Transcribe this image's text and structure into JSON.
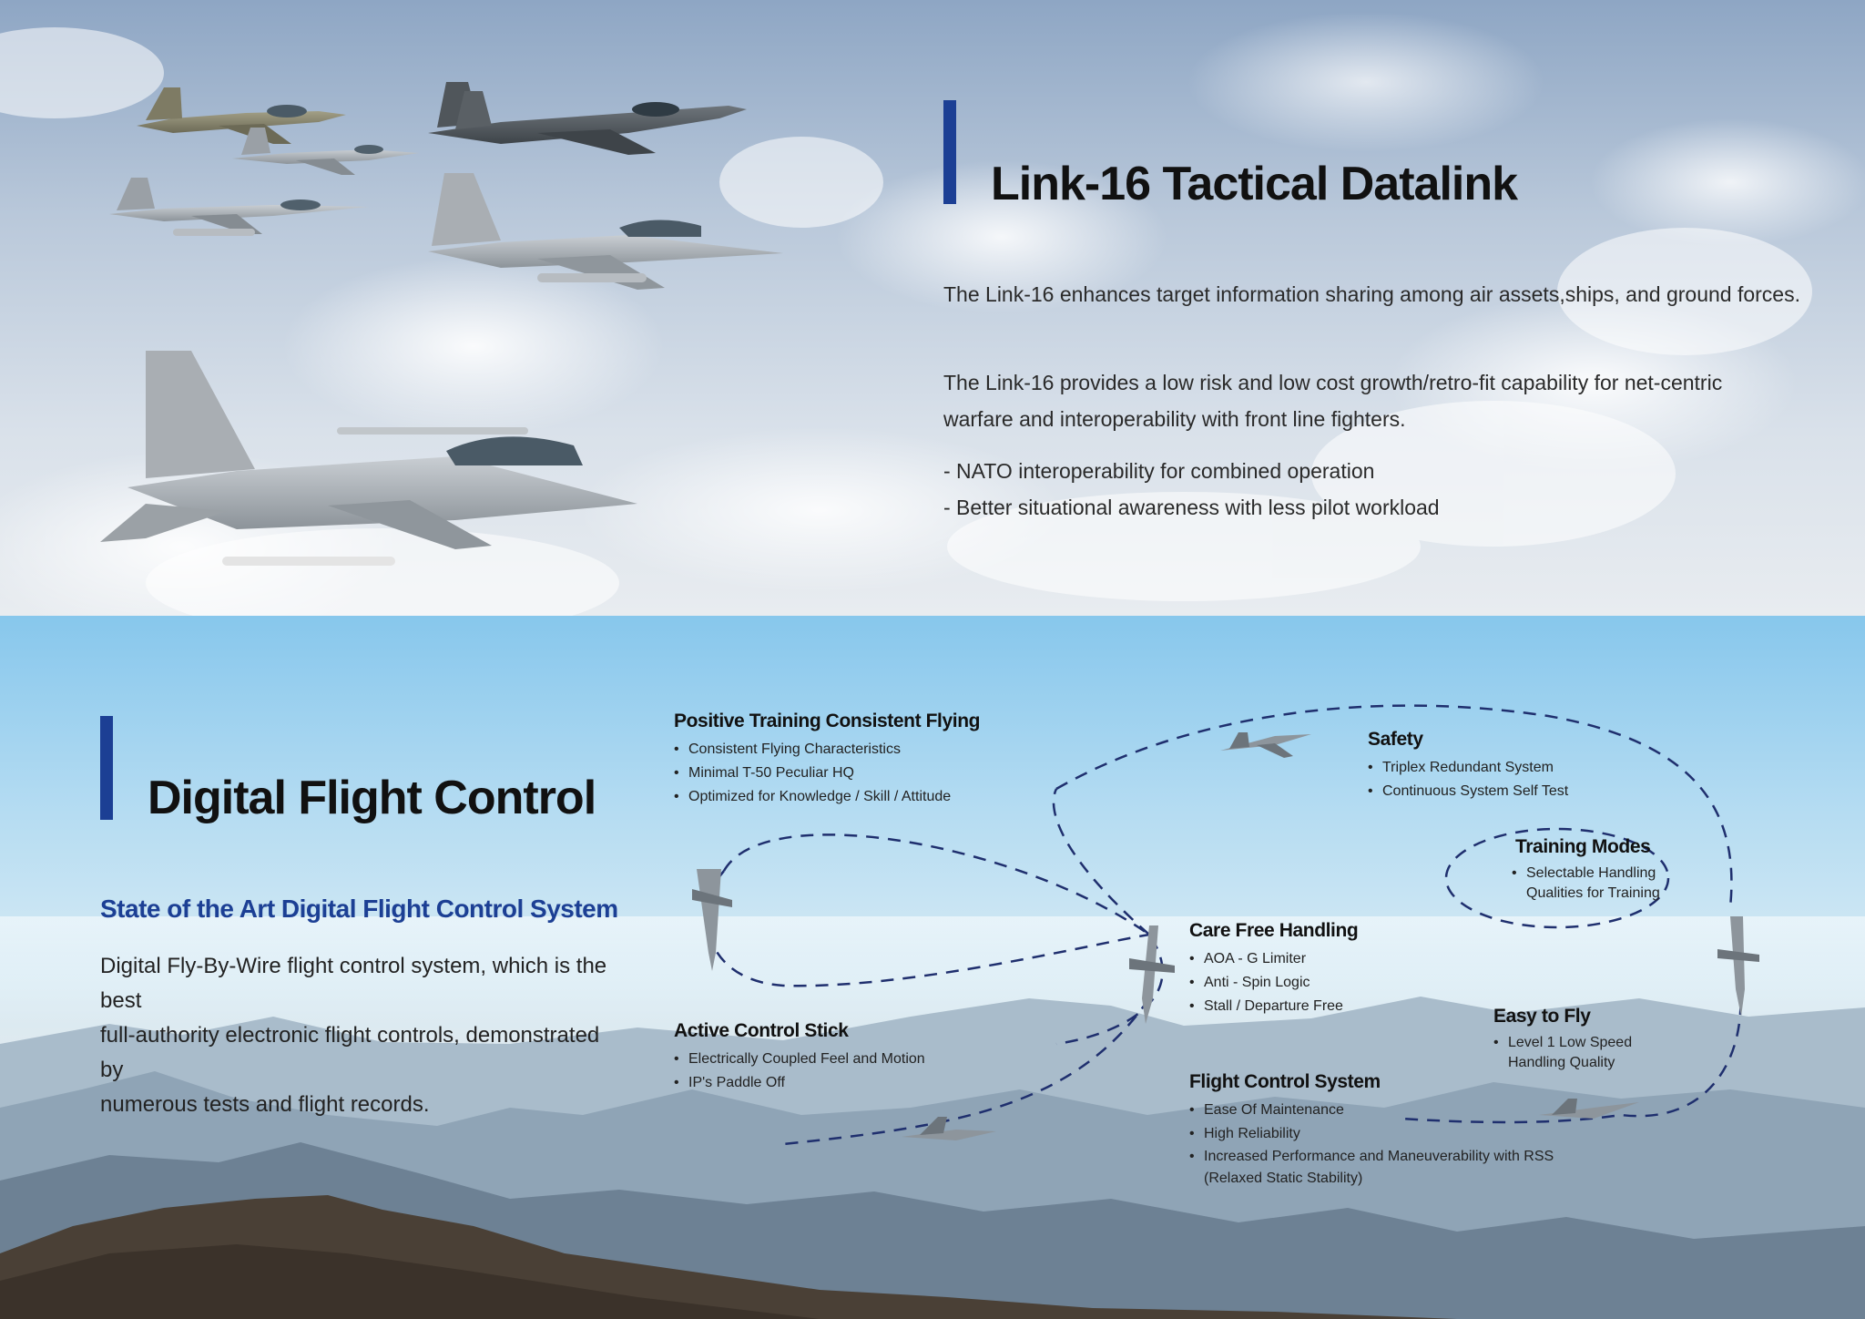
{
  "link16": {
    "title": "Link-16 Tactical Datalink",
    "paragraph1": "The Link-16 enhances target information sharing among air assets,ships, and ground forces.",
    "paragraph2_line1": "The Link-16 provides a low risk and low cost growth/retro-fit capability for net-centric",
    "paragraph2_line2": "warfare and interoperability with front line fighters.",
    "bullets": [
      "-  NATO interoperability for combined operation",
      "-  Better situational awareness with less pilot workload"
    ]
  },
  "dfc": {
    "title": "Digital Flight Control",
    "subtitle": "State of the Art Digital Flight Control System",
    "description_lines": [
      "Digital Fly-By-Wire flight control system, which is the best",
      "full-authority electronic flight controls, demonstrated by",
      "numerous tests and flight records."
    ]
  },
  "features": {
    "positive_training": {
      "title": "Positive Training Consistent Flying",
      "items": [
        "Consistent Flying Characteristics",
        "Minimal T-50 Peculiar HQ",
        "Optimized for Knowledge / Skill / Attitude"
      ]
    },
    "safety": {
      "title": "Safety",
      "items": [
        "Triplex Redundant System",
        "Continuous System Self Test"
      ]
    },
    "training_modes": {
      "title": "Training Modes",
      "item_line1": "Selectable Handling",
      "item_line2": "Qualities for Training"
    },
    "care_free": {
      "title": "Care Free Handling",
      "items": [
        "AOA - G Limiter",
        "Anti - Spin Logic",
        "Stall / Departure Free"
      ]
    },
    "active_stick": {
      "title": "Active Control Stick",
      "items": [
        "Electrically Coupled Feel and Motion",
        "IP's Paddle Off"
      ]
    },
    "easy_to_fly": {
      "title": "Easy to Fly",
      "item_line1": "Level 1 Low Speed",
      "item_line2": "Handling Quality"
    },
    "fcs": {
      "title": "Flight Control System",
      "items": [
        "Ease Of Maintenance",
        "High Reliability"
      ],
      "item3_line1": "Increased Performance and Maneuverability with RSS",
      "item3_line2": "(Relaxed Static Stability)"
    }
  },
  "colors": {
    "accent": "#1c3f94",
    "path": "#1f2f6e"
  }
}
